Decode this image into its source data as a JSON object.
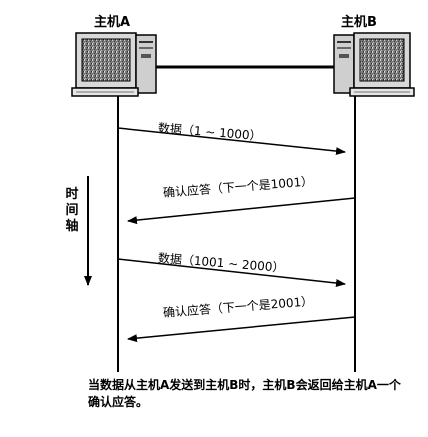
{
  "hosts": {
    "a_label": "主机A",
    "b_label": "主机B"
  },
  "timeline_label": "时间轴",
  "messages": [
    {
      "text": "数据（1 ~ 1000）",
      "direction": "A-to-B"
    },
    {
      "text": "确认应答（下一个是1001）",
      "direction": "B-to-A"
    },
    {
      "text": "数据（1001 ~ 2000）",
      "direction": "A-to-B"
    },
    {
      "text": "确认应答（下一个是2001）",
      "direction": "B-to-A"
    }
  ],
  "caption": "当数据从主机A发送到主机B时，主机B会返回给主机A一个确认应答。",
  "icons": [
    "computer-icon",
    "computer-icon"
  ],
  "colors": {
    "ink": "#000000",
    "screen": "#8a8a8a",
    "case": "#d9d9d9"
  }
}
